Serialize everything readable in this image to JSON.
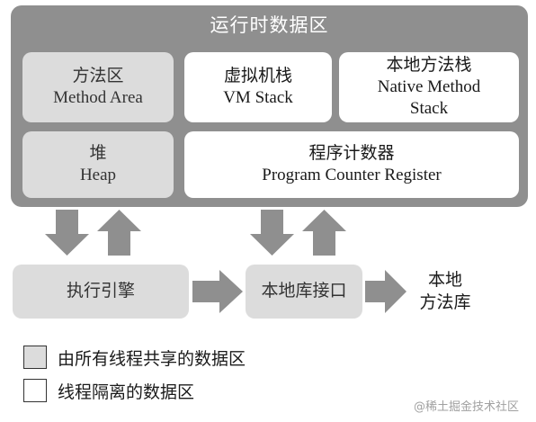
{
  "runtime_area": {
    "title": "运行时数据区"
  },
  "regions": {
    "method_area": {
      "zh": "方法区",
      "en": "Method Area"
    },
    "vm_stack": {
      "zh": "虚拟机栈",
      "en": "VM Stack"
    },
    "native_method_stack": {
      "zh": "本地方法栈",
      "en_line1": "Native Method",
      "en_line2": "Stack"
    },
    "heap": {
      "zh": "堆",
      "en": "Heap"
    },
    "program_counter": {
      "zh": "程序计数器",
      "en": "Program Counter Register"
    }
  },
  "components": {
    "execution_engine": "执行引擎",
    "native_interface": "本地库接口",
    "native_library_line1": "本地",
    "native_library_line2": "方法库"
  },
  "legend": {
    "shared": "由所有线程共享的数据区",
    "isolated": "线程隔离的数据区"
  },
  "watermark": "@稀土掘金技术社区",
  "colors": {
    "runtime_bg": "#8f8f8f",
    "shared_bg": "#dcdcdc",
    "private_bg": "#ffffff",
    "arrow": "#8f8f8f"
  }
}
